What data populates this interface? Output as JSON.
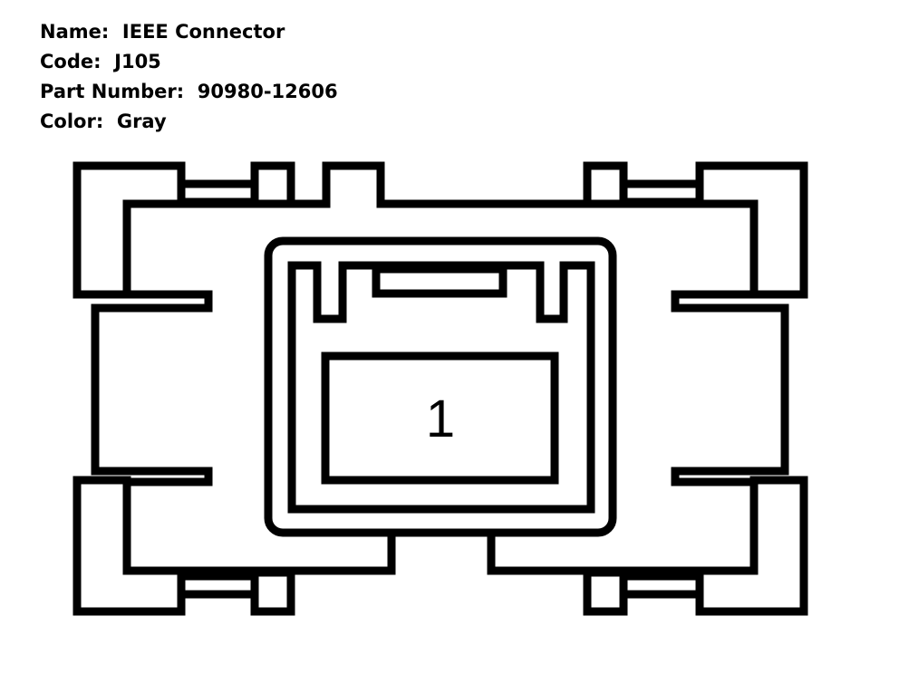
{
  "info": {
    "name_label": "Name:",
    "name_value": "IEEE Connector",
    "code_label": "Code:",
    "code_value": "J105",
    "part_label": "Part Number:",
    "part_value": "90980-12606",
    "color_label": "Color:",
    "color_value": "Gray"
  },
  "connector": {
    "pin_label": "1",
    "stroke_color": "#000000",
    "fill_color": "#ffffff"
  }
}
